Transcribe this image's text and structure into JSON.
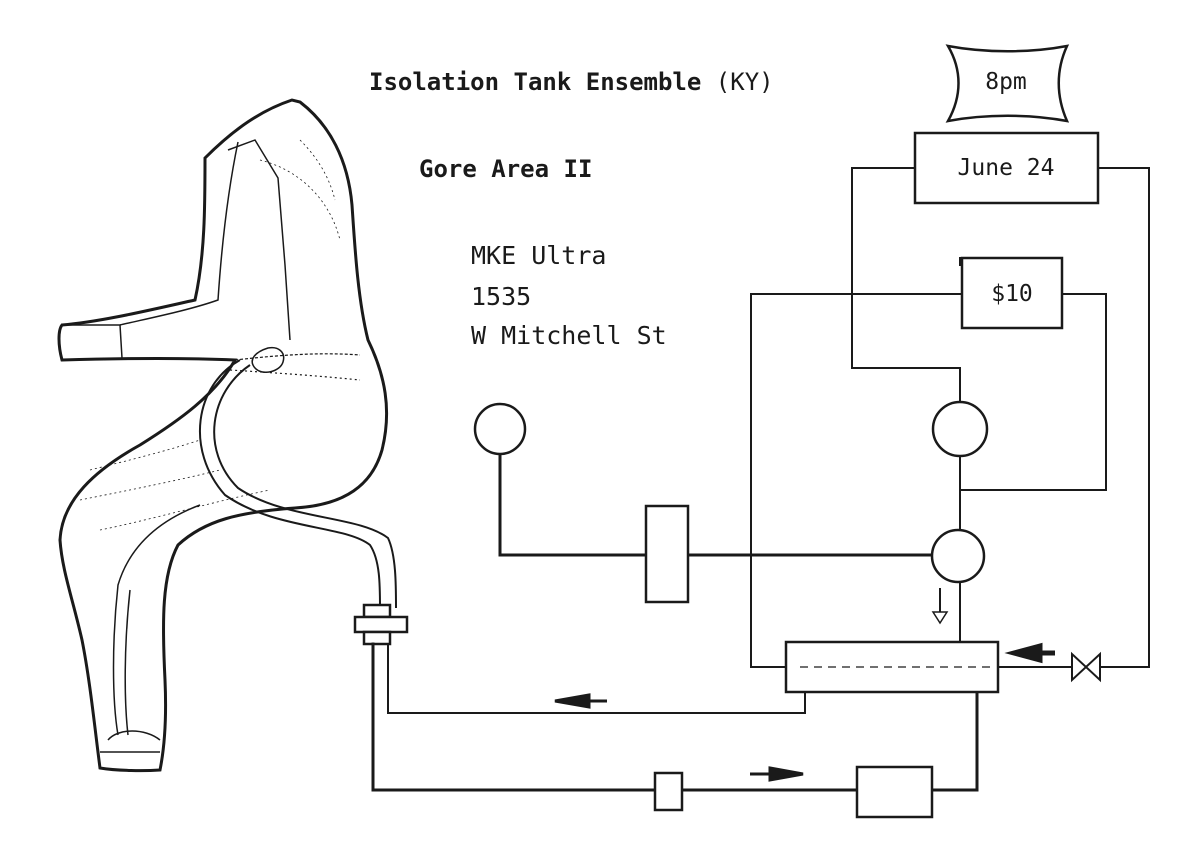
{
  "event": {
    "band": "Isolation Tank Ensemble",
    "band_origin": "(KY)",
    "support": "Gore Area II",
    "time": "8pm",
    "date": "June 24",
    "price": "$10"
  },
  "venue": {
    "name": "MKE Ultra",
    "number": "1535",
    "street": "W Mitchell St"
  },
  "colors": {
    "ink": "#1a1a1a",
    "paper": "#ffffff"
  }
}
